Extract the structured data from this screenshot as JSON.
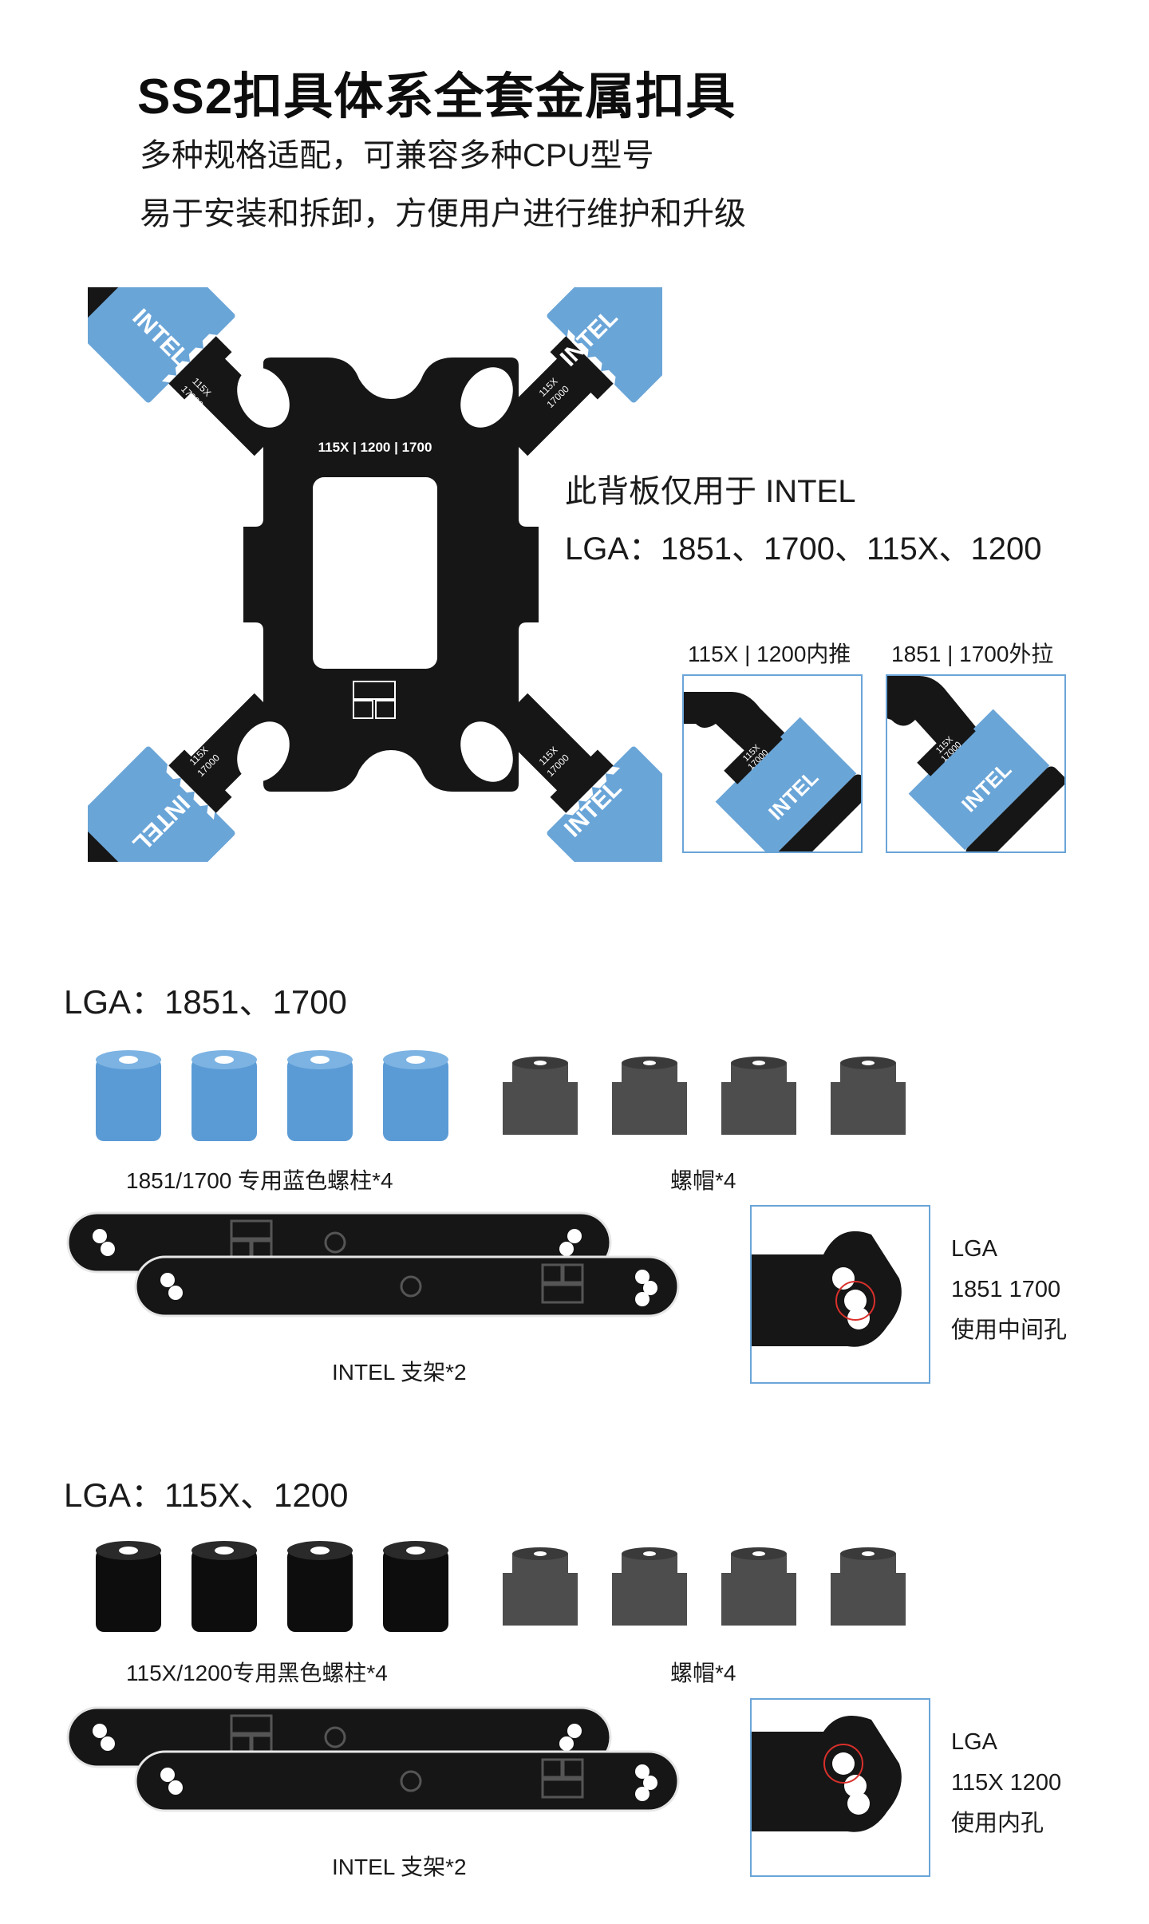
{
  "header": {
    "title": "SS2扣具体系全套金属扣具",
    "line1": "多种规格适配，可兼容多种CPU型号",
    "line2": "易于安装和拆卸，方便用户进行维护和升级"
  },
  "backplate": {
    "center_label": "115X | 1200 | 1700",
    "tab_brand": "INTEL",
    "tab_small_a": "115X",
    "tab_small_b": "17000",
    "compat_line1": "此背板仅用于 INTEL",
    "compat_line2": "LGA：1851、1700、115X、1200"
  },
  "insets": {
    "inner_label": "115X | 1200内推",
    "outer_label": "1851 | 1700外拉"
  },
  "section1": {
    "heading": "LGA：1851、1700",
    "standoff_label": "1851/1700 专用蓝色螺柱*4",
    "nut_label": "螺帽*4",
    "bracket_label": "INTEL 支架*2",
    "detail_lines": [
      "LGA",
      "1851 1700",
      "使用中间孔"
    ],
    "standoff_color": "#5b9bd5"
  },
  "section2": {
    "heading": "LGA：115X、1200",
    "standoff_label": "115X/1200专用黑色螺柱*4",
    "nut_label": "螺帽*4",
    "bracket_label": "INTEL 支架*2",
    "detail_lines": [
      "LGA",
      "115X 1200",
      "使用内孔"
    ],
    "standoff_color": "#0d0d0d"
  },
  "colors": {
    "plate": "#161616",
    "intel_blue": "#6aa5d8",
    "nut_grey": "#4d4d4d",
    "frame_blue": "#6aa5d8",
    "highlight_red": "#d9302b"
  }
}
